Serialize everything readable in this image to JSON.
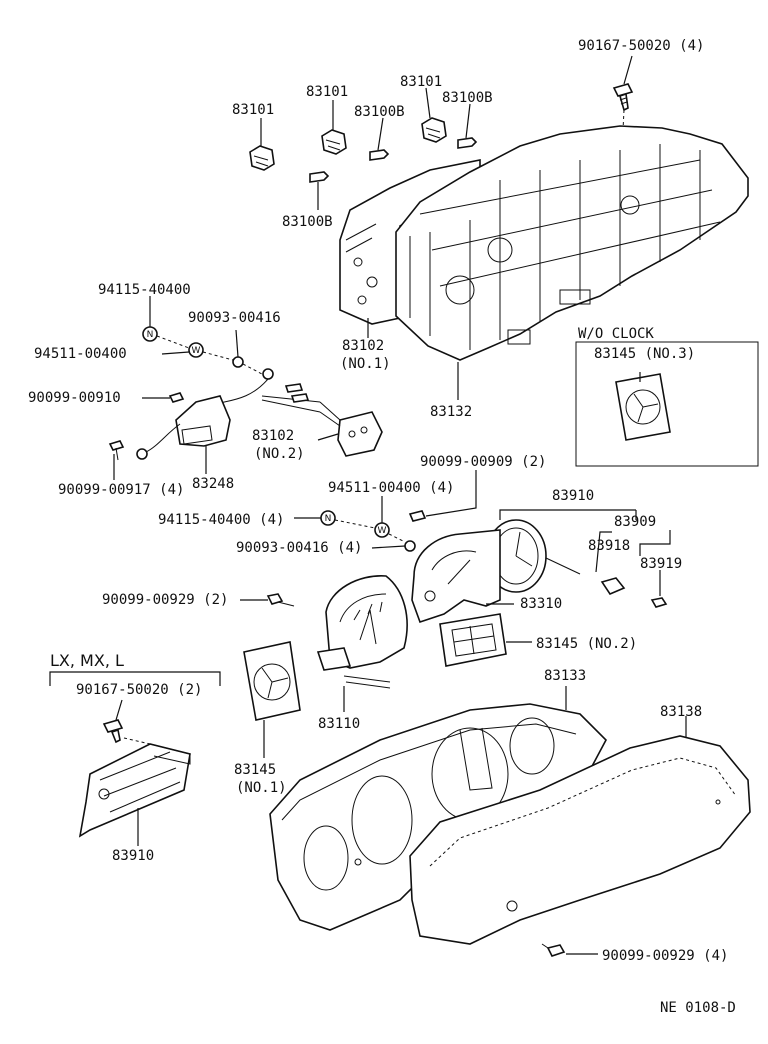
{
  "labels": {
    "p83101_a": "83101",
    "p83101_b": "83101",
    "p83101_c": "83101",
    "p83100b_a": "83100B",
    "p83100b_b": "83100B",
    "p83100b_c": "83100B",
    "p90167_top": "90167-50020 (4)",
    "p94115_a": "94115-40400",
    "p90093_a": "90093-00416",
    "p94511_a": "94511-00400",
    "p90099_910": "90099-00910",
    "p83102_no1": "83102",
    "p83102_no1_sub": "(NO.1)",
    "p83132": "83132",
    "p83102_no2": "83102",
    "p83102_no2_sub": "(NO.2)",
    "p90099_917": "90099-00917 (4)",
    "p83248": "83248",
    "wo_clock": "W/O CLOCK",
    "p83145_no3": "83145 (NO.3)",
    "p90099_909": "90099-00909 (2)",
    "p94511_b": "94511-00400 (4)",
    "p83910_top": "83910",
    "p94115_b": "94115-40400 (4)",
    "p83909": "83909",
    "p83918": "83918",
    "p83919": "83919",
    "p90093_b": "90093-00416 (4)",
    "p90099_929a": "90099-00929 (2)",
    "p83310": "83310",
    "p83145_no2": "83145 (NO.2)",
    "lx_mx_l": "LX, MX, L",
    "p90167_lx": "90167-50020 (2)",
    "p83133": "83133",
    "p83138": "83138",
    "p83110": "83110",
    "p83145_no1": "83145",
    "p83145_no1_sub": "(NO.1)",
    "p83910_lx": "83910",
    "p90099_929b": "90099-00929 (4)",
    "figure_code": "NE 0108-D"
  },
  "symbols": {
    "nut_n": "N",
    "washer_w": "W"
  }
}
